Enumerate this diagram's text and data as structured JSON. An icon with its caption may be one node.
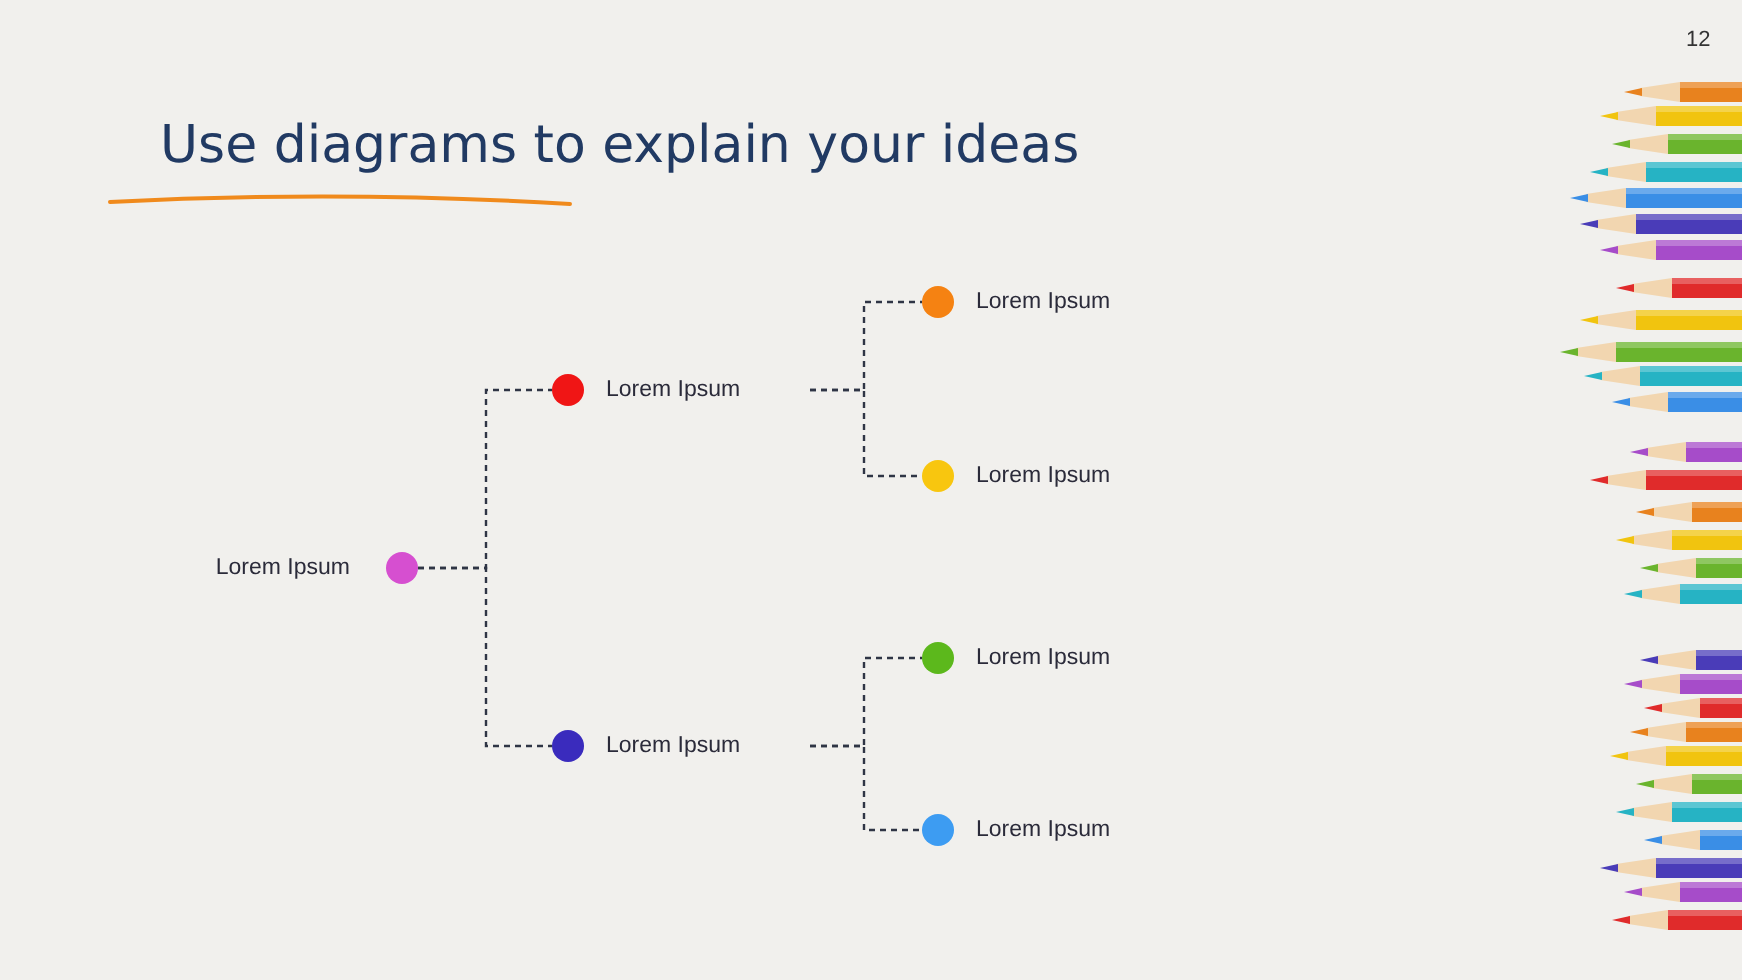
{
  "diagram": {
    "title": "Use diagrams to explain your ideas",
    "nodes": [
      {
        "text": [
          "Lorem Ipsum"
        ]
      },
      {
        "text": [
          "Lorem Ipsum"
        ]
      },
      {
        "text": [
          "Lorem Ipsum"
        ]
      },
      {
        "text": [
          "Lorem Ipsum"
        ]
      },
      {
        "text": [
          "Lorem Ipsum"
        ]
      },
      {
        "text": [
          "Lorem Ipsum"
        ]
      },
      {
        "text": [
          "Lorem Ipsum"
        ]
      }
    ],
    "edges": [
      {
        "from": 0,
        "to": 1,
        "arrow": "none",
        "style": "dashed"
      },
      {
        "from": 0,
        "to": 2,
        "arrow": "none",
        "style": "dashed"
      },
      {
        "from": 1,
        "to": 3,
        "arrow": "none",
        "style": "dashed"
      },
      {
        "from": 1,
        "to": 4,
        "arrow": "none",
        "style": "dashed"
      },
      {
        "from": 2,
        "to": 5,
        "arrow": "none",
        "style": "dashed"
      },
      {
        "from": 2,
        "to": 6,
        "arrow": "none",
        "style": "dashed"
      }
    ],
    "labels": [
      "12"
    ]
  }
}
